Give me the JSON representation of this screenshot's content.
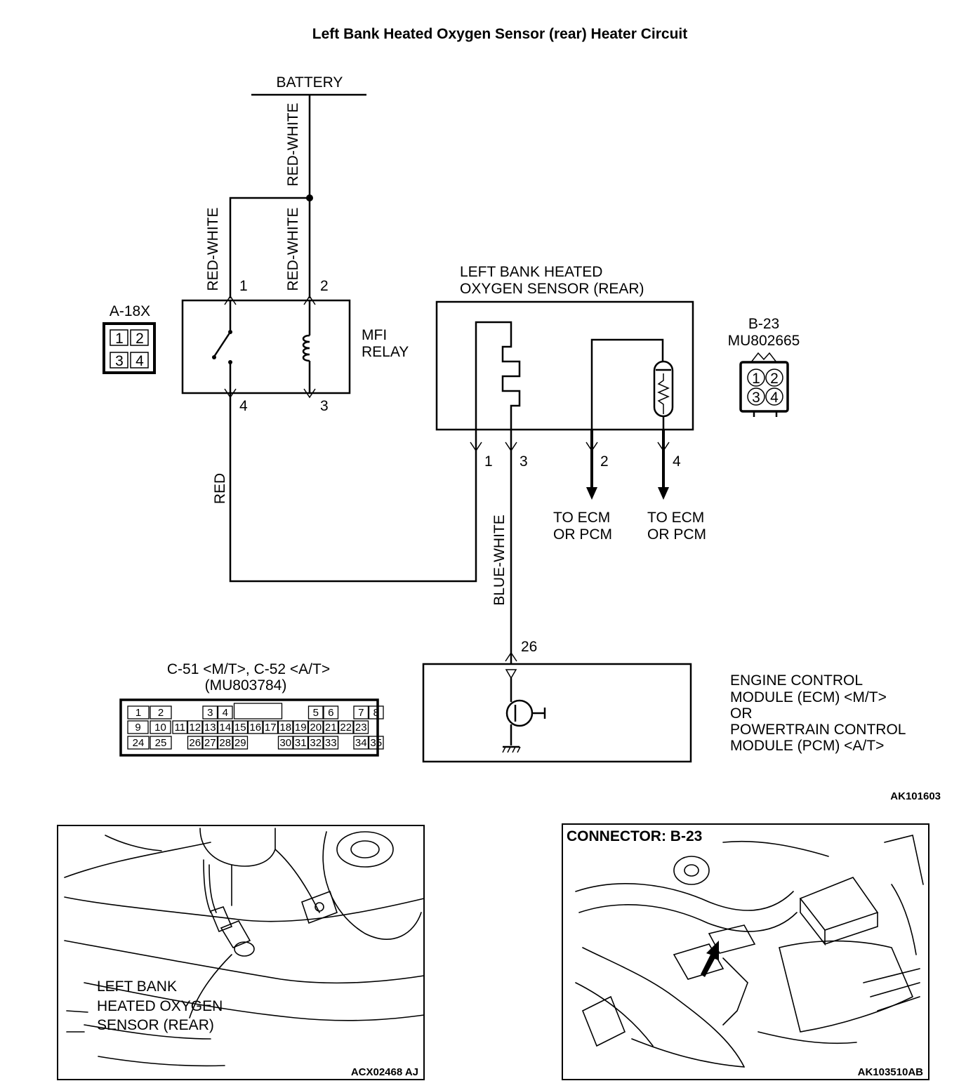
{
  "title": "Left Bank Heated Oxygen Sensor (rear) Heater Circuit",
  "battery": "BATTERY",
  "wires": {
    "battery_feed": "RED-WHITE",
    "relay_pin1": "RED-WHITE",
    "relay_pin2": "RED-WHITE",
    "relay_to_sensor": "RED",
    "sensor_to_ecm": "BLUE-WHITE"
  },
  "mfi_relay": {
    "label_line1": "MFI",
    "label_line2": "RELAY",
    "pins": [
      "1",
      "2",
      "4",
      "3"
    ],
    "connector_id": "A-18X",
    "connector_pins": [
      "1",
      "2",
      "3",
      "4"
    ]
  },
  "sensor": {
    "label_line1": "LEFT BANK HEATED",
    "label_line2": "OXYGEN SENSOR (REAR)",
    "pins": [
      "1",
      "3",
      "2",
      "4"
    ],
    "connector_id": "B-23",
    "connector_part": "MU802665",
    "connector_pins": [
      "1",
      "2",
      "3",
      "4"
    ],
    "to_ecm_line1": "TO ECM",
    "to_ecm_line2": "OR PCM"
  },
  "ecm": {
    "pin": "26",
    "connector_ids": "C-51 <M/T>, C-52 <A/T>",
    "connector_part": "(MU803784)",
    "connector_rows": [
      [
        "1",
        "2",
        "3",
        "4",
        "5",
        "6",
        "7",
        "8"
      ],
      [
        "9",
        "10",
        "11",
        "12",
        "13",
        "14",
        "15",
        "16",
        "17",
        "18",
        "19",
        "20",
        "21",
        "22",
        "23"
      ],
      [
        "24",
        "25",
        "26",
        "27",
        "28",
        "29",
        "30",
        "31",
        "32",
        "33",
        "34",
        "35"
      ]
    ],
    "label_lines": [
      "ENGINE CONTROL",
      "MODULE (ECM) <M/T>",
      "OR",
      "POWERTRAIN CONTROL",
      "MODULE (PCM) <A/T>"
    ]
  },
  "diagram_code": "AK101603",
  "photo_left": {
    "label_lines": [
      "LEFT BANK",
      "HEATED OXYGEN",
      "SENSOR (REAR)"
    ],
    "code": "ACX02468 AJ"
  },
  "photo_right": {
    "title": "CONNECTOR: B-23",
    "code": "AK103510AB"
  }
}
